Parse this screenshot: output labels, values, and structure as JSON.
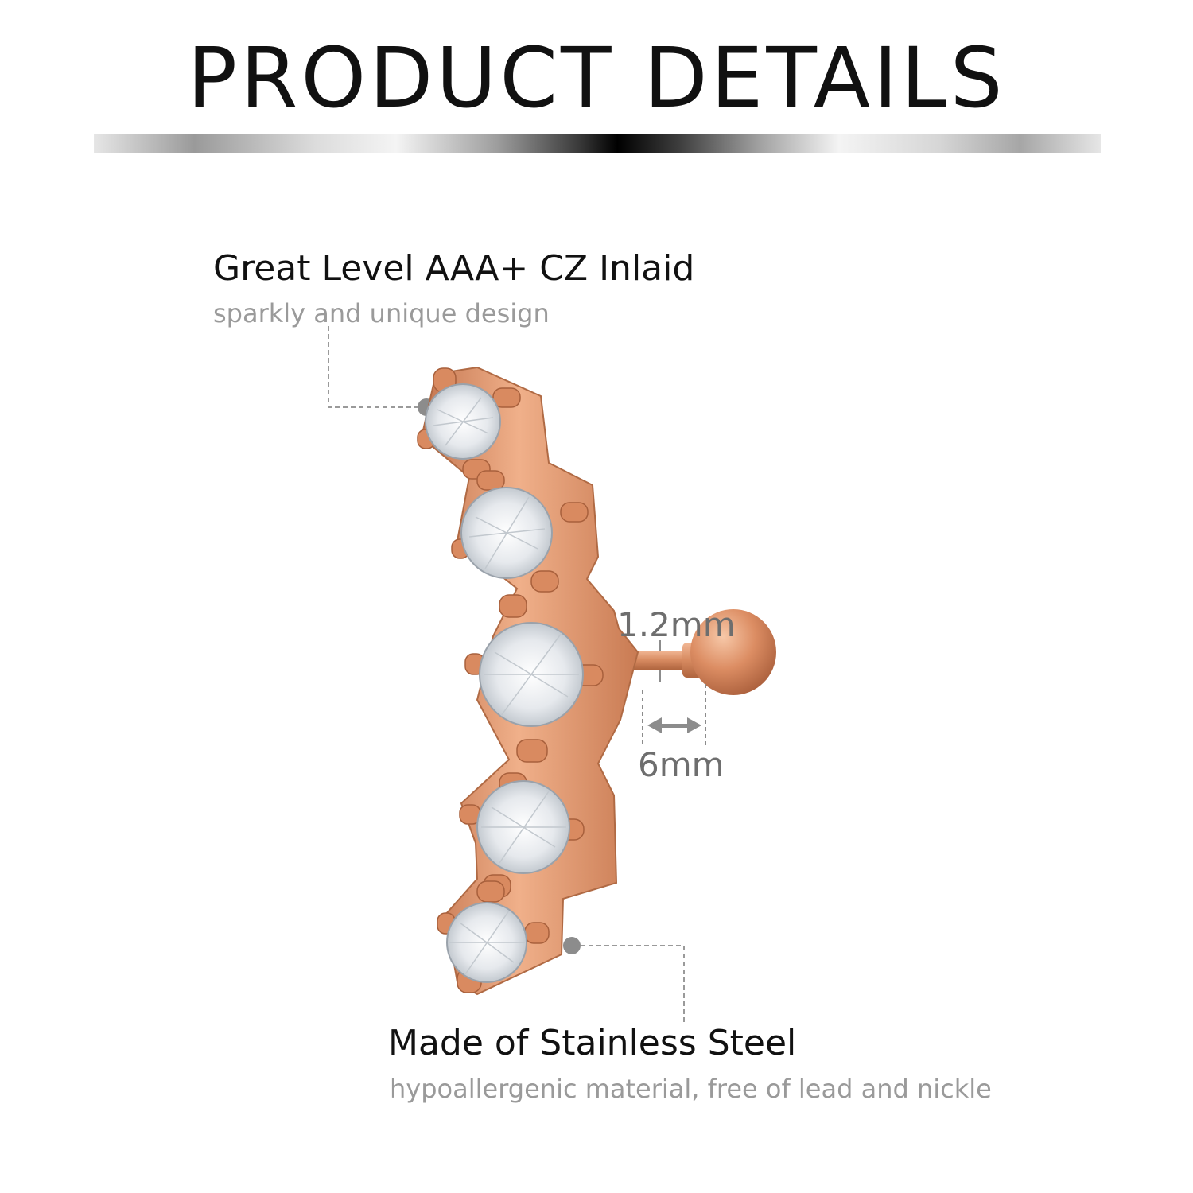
{
  "title": "PRODUCT DETAILS",
  "features": [
    {
      "heading": "Great Level AAA+ CZ Inlaid",
      "subtext": "sparkly and unique design"
    },
    {
      "heading": "Made of Stainless Steel",
      "subtext": "hypoallergenic material, free of lead and nickle"
    }
  ],
  "dimensions": {
    "bar_thickness": "1.2mm",
    "bar_length": "6mm"
  },
  "colors": {
    "metal": "#d9895f",
    "metal_dark": "#b86a44",
    "metal_light": "#f0b08a",
    "gem": "#eef1f4",
    "gem_shade": "#a9b0b8",
    "leader": "#9a9a9a"
  },
  "icons": {
    "product": "cartilage-earring-image",
    "callout_dot": "callout-dot-icon",
    "measure_arrow": "double-arrow-icon"
  }
}
